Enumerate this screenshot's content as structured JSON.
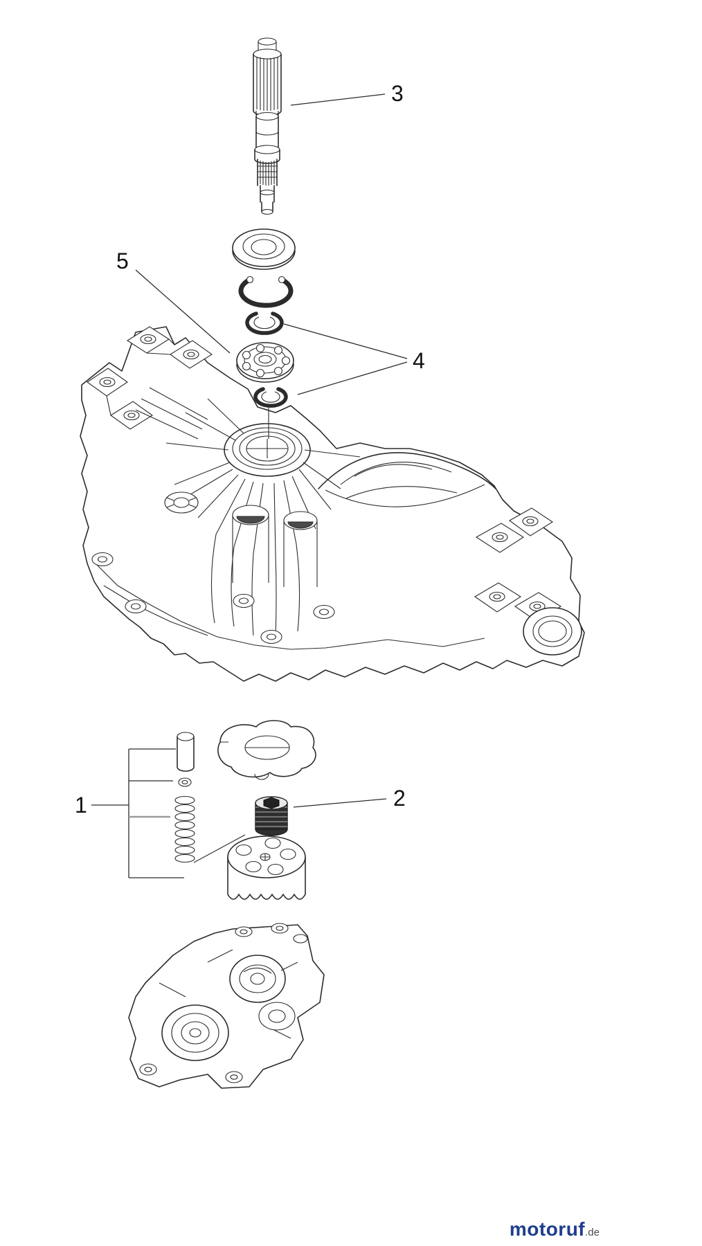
{
  "diagram": {
    "type": "exploded-parts-diagram",
    "callouts": [
      {
        "id": "1",
        "label": "1"
      },
      {
        "id": "2",
        "label": "2"
      },
      {
        "id": "3",
        "label": "3"
      },
      {
        "id": "4",
        "label": "4"
      },
      {
        "id": "5",
        "label": "5"
      }
    ],
    "colors": {
      "line": "#2b2b2b",
      "accent_gray": "#9a9a9a",
      "plug_dark": "#2f2f2f",
      "watermark_blue": "#1e3d8f",
      "watermark_gray": "#4a4a4a"
    },
    "watermark": {
      "brand": "motoruf",
      "tld": ".de"
    }
  }
}
